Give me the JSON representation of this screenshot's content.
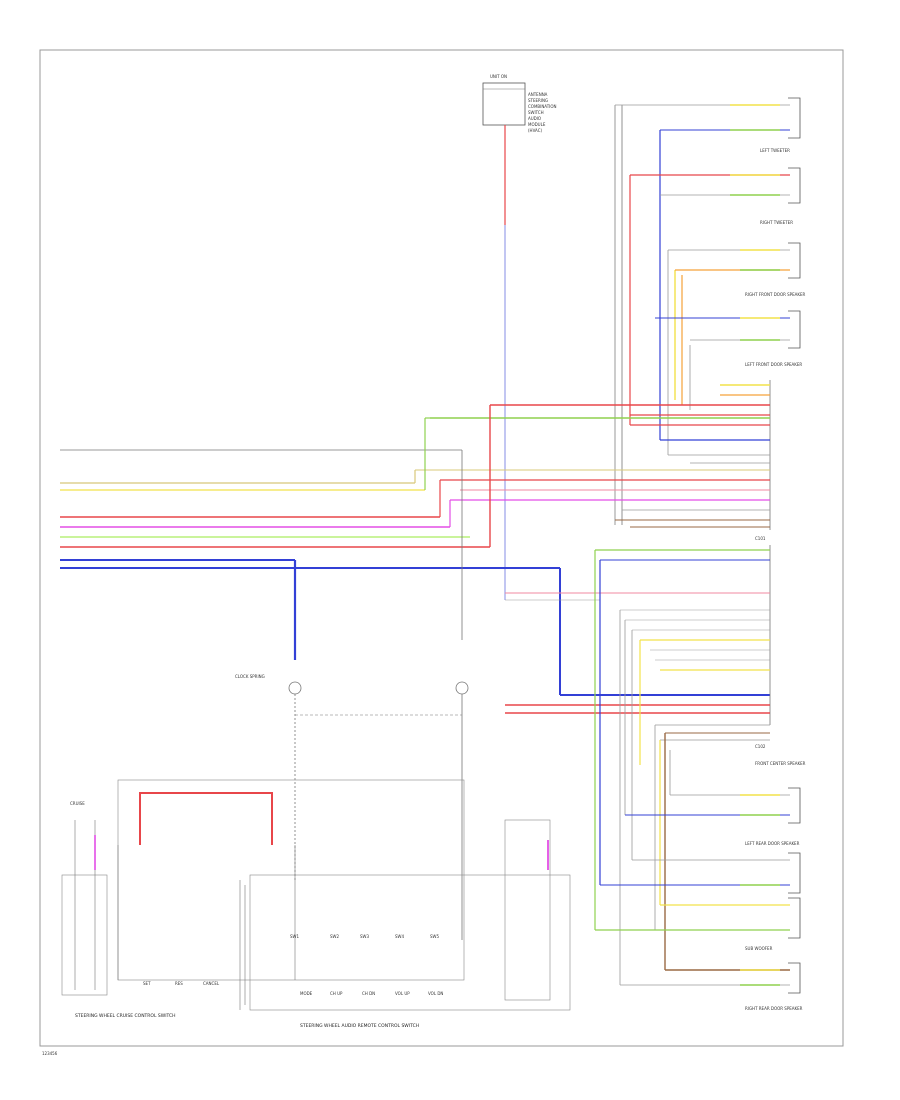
{
  "diagram": {
    "sheet_number": "123456",
    "labels": {
      "top_component": "UNIT ON",
      "left_switch": "STEERING WHEEL CRUISE CONTROL SWITCH",
      "bottom_switch": "STEERING WHEEL AUDIO REMOTE CONTROL SWITCH",
      "right_speakers": [
        "LEFT TWEETER",
        "RIGHT TWEETER",
        "RIGHT FRONT DOOR SPEAKER",
        "LEFT FRONT DOOR SPEAKER",
        "LEFT REAR DOOR SPEAKER",
        "RIGHT REAR DOOR SPEAKER",
        "SUB WOOFER",
        "FRONT CENTER SPEAKER"
      ],
      "clock_spring": "CLOCK SPRING",
      "connector_c1": "C101",
      "connector_c2": "C102"
    },
    "colors": {
      "red": "#e8464a",
      "blue": "#3340d6",
      "yellow": "#f2e24a",
      "green": "#8fd14f",
      "magenta": "#e34ee6",
      "pink": "#f08aa0",
      "orange": "#f5a23a",
      "brown": "#9a6a44",
      "gray": "#9a9a9a",
      "black": "#444444",
      "light_green": "#b8f07a"
    }
  }
}
